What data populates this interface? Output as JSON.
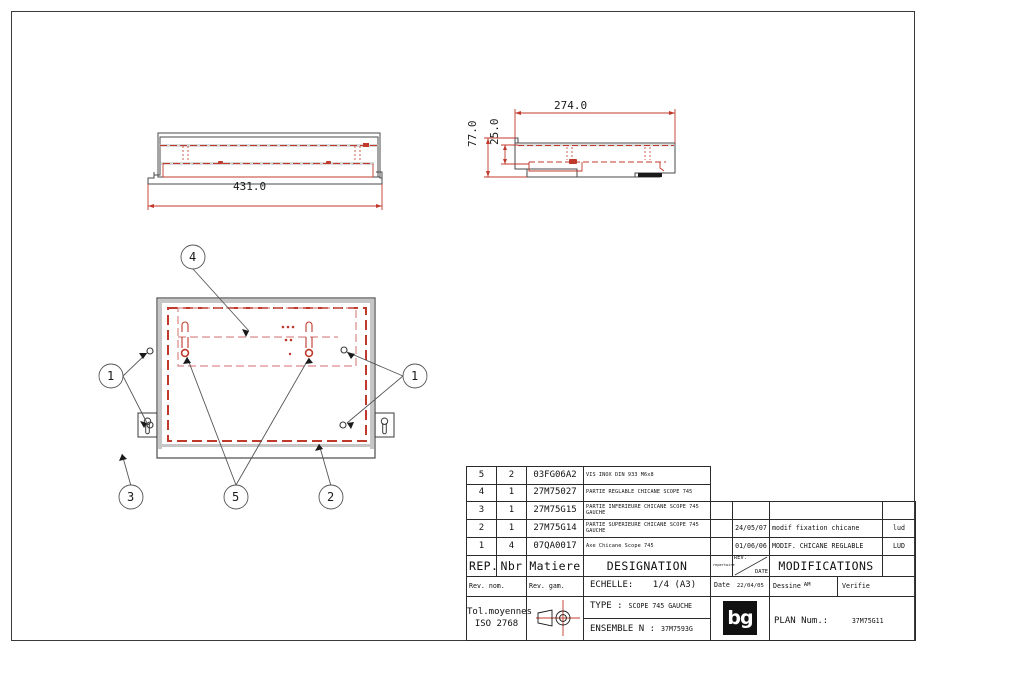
{
  "sheet": {
    "frame_color": "#3a3a3a",
    "background": "#ffffff"
  },
  "views": {
    "front_elevation": {
      "name": "front-elevation-view",
      "dimension_label": "431.0"
    },
    "side_elevation": {
      "name": "side-elevation-view",
      "dimension_width": "274.0",
      "dimension_height_outer": "77.0",
      "dimension_height_inner": "25.0"
    },
    "plan_view": {
      "name": "plan-view",
      "balloons": [
        {
          "label": "1",
          "position": "left"
        },
        {
          "label": "1",
          "position": "right"
        },
        {
          "label": "4",
          "position": "top"
        },
        {
          "label": "3",
          "position": "bottom-left"
        },
        {
          "label": "5",
          "position": "bottom-center"
        },
        {
          "label": "2",
          "position": "bottom-right"
        }
      ]
    }
  },
  "colors": {
    "hidden_line_red": "#c0392b",
    "hidden_line_pink": "#d98a8a",
    "solid_line": "#4a4a4a",
    "dim_line": "#c0392b",
    "balloon_line": "#555555"
  },
  "titleblock": {
    "parts_list": {
      "columns": [
        "REP.",
        "Nbr",
        "Matiere",
        "DESIGNATION"
      ],
      "rows": [
        {
          "rep": "5",
          "nbr": "2",
          "matiere": "03FG06A2",
          "designation": "VIS INOX DIN 933 M6x8"
        },
        {
          "rep": "4",
          "nbr": "1",
          "matiere": "27M75027",
          "designation": "PARTIE REGLABLE CHICANE SCOPE 745"
        },
        {
          "rep": "3",
          "nbr": "1",
          "matiere": "27M75G15",
          "designation": "PARTIE INFERIEURE CHICANE SCOPE 745 GAUCHE"
        },
        {
          "rep": "2",
          "nbr": "1",
          "matiere": "27M75G14",
          "designation": "PARTIE SUPERIEURE CHICANE SCOPE 745 GAUCHE"
        },
        {
          "rep": "1",
          "nbr": "4",
          "matiere": "07QA0017",
          "designation": "Axe Chicane Scope 745"
        }
      ]
    },
    "modifications": {
      "header": "MODIFICATIONS",
      "rev_label": "REV.",
      "date_label": "DATE",
      "repertoire_label": "repertoire",
      "rows": [
        {
          "date": "",
          "text": "",
          "by": ""
        },
        {
          "date": "",
          "text": "",
          "by": ""
        },
        {
          "date": "24/05/07",
          "text": "modif fixation chicane",
          "by": "lud"
        },
        {
          "date": "01/06/06",
          "text": "MODIF. CHICANE REGLABLE",
          "by": "LUD"
        }
      ]
    },
    "rev_nom_label": "Rev. nom.",
    "rev_gam_label": "Rev. gam.",
    "echelle_label": "ECHELLE:",
    "echelle_value": "1/4 (A3)",
    "date_label": "Date",
    "date_value": "22/04/05",
    "dessine_label": "Dessine",
    "dessine_value": "AM",
    "verifie_label": "Verifie",
    "tolerance_line1": "Tol.moyennes",
    "tolerance_line2": "ISO 2768",
    "type_label": "TYPE :",
    "type_value": "SCOPE 745 GAUCHE",
    "ensemble_label": "ENSEMBLE N :",
    "ensemble_value": "37M7593G",
    "logo_text": "bg",
    "plan_label": "PLAN Num.:",
    "plan_value": "37M75G11"
  }
}
